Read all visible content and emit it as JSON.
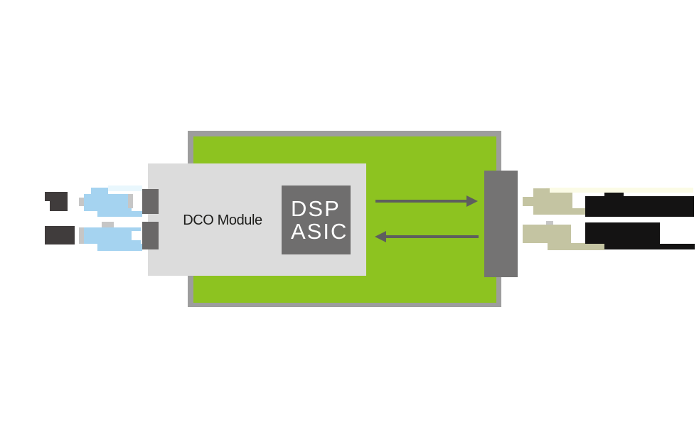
{
  "diagram": {
    "dco_module_label": "DCO Module",
    "dsp_line1": "DSP",
    "dsp_line2": "ASIC"
  },
  "colors": {
    "board-green": "#8dc320",
    "board-border": "#9d9d9d",
    "module-gray": "#dcdcdc",
    "chip-gray": "#6f6e6e",
    "chip-text": "#ffffff",
    "port-gray": "#6a6868",
    "cage-gray": "#747373",
    "arrow-gray": "#5e5e5e",
    "fiber-blue": "#a5d3f0",
    "fiber-blue-pale": "#e9f7fd",
    "fiber-beige": "#c4c4a2",
    "fiber-cream": "#fbfbe6",
    "cable-black": "#141313",
    "cable-dark": "#403c3c",
    "latch-gray": "#c6c6c6",
    "label-dark": "#1d1d1b"
  }
}
